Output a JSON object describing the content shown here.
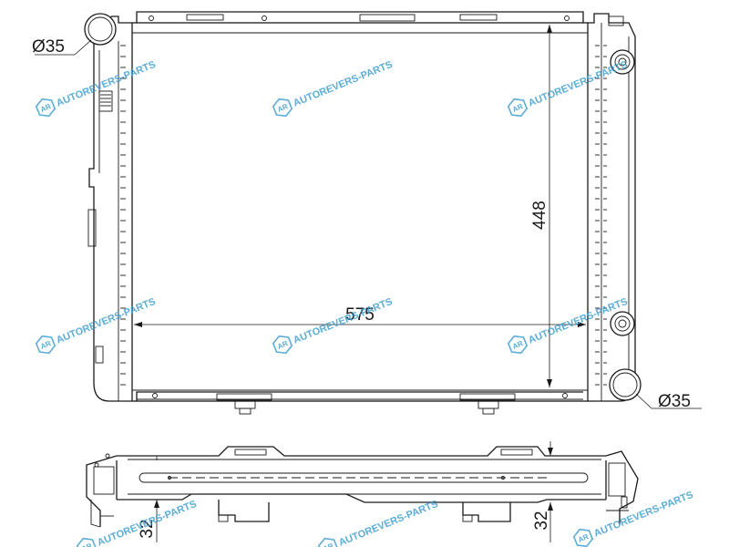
{
  "dimensions": {
    "width_label": "575",
    "height_label": "448",
    "inlet_diameter_label": "Ø35",
    "outlet_diameter_label": "Ø35",
    "depth_left_label": "32",
    "depth_right_label": "32"
  },
  "watermark": {
    "text": "AUTOREVERS-PARTS",
    "logo_text": "AR",
    "color": "#3f9fd0"
  },
  "colors": {
    "line": "#1a1a1a",
    "background": "#ffffff"
  }
}
